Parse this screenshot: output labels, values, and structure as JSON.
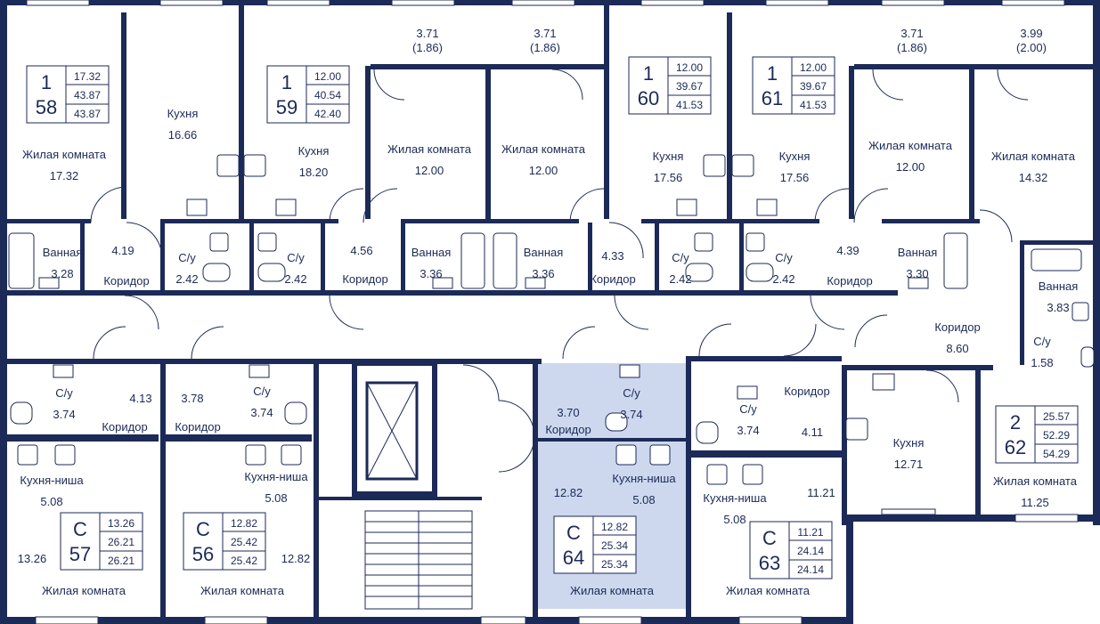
{
  "colors": {
    "wall": "#1c2a57",
    "highlight": "#cdd8ee",
    "text": "#1c2a57"
  },
  "apartments": [
    {
      "id": "58",
      "rooms": "1",
      "living": "17.32",
      "total": "43.87",
      "total_balcony": "43.87"
    },
    {
      "id": "59",
      "rooms": "1",
      "living": "12.00",
      "total": "40.54",
      "total_balcony": "42.40"
    },
    {
      "id": "60",
      "rooms": "1",
      "living": "12.00",
      "total": "39.67",
      "total_balcony": "41.53"
    },
    {
      "id": "61",
      "rooms": "1",
      "living": "12.00",
      "total": "39.67",
      "total_balcony": "41.53"
    },
    {
      "id": "62",
      "rooms": "2",
      "living": "25.57",
      "total": "52.29",
      "total_balcony": "54.29"
    },
    {
      "id": "57",
      "rooms": "С",
      "living": "13.26",
      "total": "26.21",
      "total_balcony": "26.21"
    },
    {
      "id": "56",
      "rooms": "С",
      "living": "12.82",
      "total": "25.42",
      "total_balcony": "25.42"
    },
    {
      "id": "64",
      "rooms": "С",
      "living": "12.82",
      "total": "25.34",
      "total_balcony": "25.34"
    },
    {
      "id": "63",
      "rooms": "С",
      "living": "11.21",
      "total": "24.14",
      "total_balcony": "24.14"
    }
  ],
  "balconies": [
    {
      "area": "3.71",
      "reduced": "(1.86)"
    },
    {
      "area": "3.71",
      "reduced": "(1.86)"
    },
    {
      "area": "3.71",
      "reduced": "(1.86)"
    },
    {
      "area": "3.99",
      "reduced": "(2.00)"
    }
  ],
  "rooms": [
    {
      "name": "Жилая комната",
      "area": "17.32"
    },
    {
      "name": "Кухня",
      "area": "16.66"
    },
    {
      "name": "Кухня",
      "area": "18.20"
    },
    {
      "name": "Жилая комната",
      "area": "12.00"
    },
    {
      "name": "Жилая комната",
      "area": "12.00"
    },
    {
      "name": "Кухня",
      "area": "17.56"
    },
    {
      "name": "Кухня",
      "area": "17.56"
    },
    {
      "name": "Жилая комната",
      "area": "12.00"
    },
    {
      "name": "Жилая комната",
      "area": "14.32"
    },
    {
      "name": "Ванная",
      "area": "3.28"
    },
    {
      "name": "С/у",
      "area": "2.42"
    },
    {
      "name": "С/у",
      "area": "2.42"
    },
    {
      "name": "Ванная",
      "area": "3.36"
    },
    {
      "name": "Ванная",
      "area": "3.36"
    },
    {
      "name": "С/у",
      "area": "2.42"
    },
    {
      "name": "С/у",
      "area": "2.42"
    },
    {
      "name": "Ванная",
      "area": "3.30"
    },
    {
      "name": "Ванная",
      "area": "3.83"
    },
    {
      "name": "Коридор",
      "area": "8.60"
    },
    {
      "name": "С/у",
      "area": "1.58"
    },
    {
      "name": "С/у",
      "area": "3.74"
    },
    {
      "name": "С/у",
      "area": "3.74"
    },
    {
      "name": "С/у",
      "area": "3.74"
    },
    {
      "name": "С/у",
      "area": "3.74"
    },
    {
      "name": "Кухня-ниша",
      "area": "5.08"
    },
    {
      "name": "Кухня-ниша",
      "area": "5.08"
    },
    {
      "name": "Кухня-ниша",
      "area": "5.08"
    },
    {
      "name": "Кухня-ниша",
      "area": "5.08"
    },
    {
      "name": "Кухня",
      "area": "12.71"
    },
    {
      "name": "Жилая комната",
      "area": "11.25"
    }
  ],
  "corridors": [
    {
      "name": "Коридор",
      "area": "4.19"
    },
    {
      "name": "Коридор",
      "area": "4.56"
    },
    {
      "name": "Коридор",
      "area": "4.33"
    },
    {
      "name": "Коридор",
      "area": "4.39"
    },
    {
      "name": "Коридор",
      "area": "4.13"
    },
    {
      "name": "Коридор",
      "area": "3.78"
    },
    {
      "name": "Коридор",
      "area": "3.70"
    },
    {
      "name": "Коридор",
      "area": "4.11"
    }
  ],
  "studio_rooms": [
    {
      "name": "Жилая комната",
      "area": "13.26"
    },
    {
      "name": "Жилая комната",
      "area": "12.82"
    },
    {
      "name": "Жилая комната",
      "area": "12.82"
    },
    {
      "name": "Жилая комната",
      "area": "11.21"
    }
  ]
}
